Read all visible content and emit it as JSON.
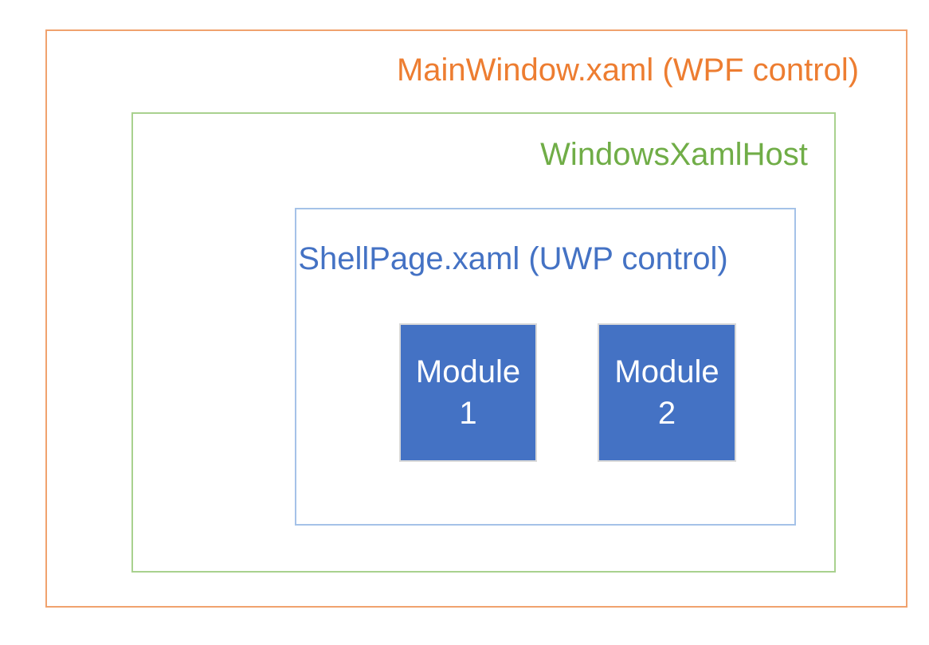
{
  "diagram": {
    "type": "nested-architecture-diagram",
    "outer_box": {
      "label": "MainWindow.xaml (WPF control)",
      "text_color": "#ED7D31",
      "border_color": "#F0A26E"
    },
    "host_box": {
      "label": "WindowsXamlHost",
      "text_color": "#70AD47",
      "border_color": "#A9D18E"
    },
    "shell_box": {
      "label": "ShellPage.xaml (UWP control)",
      "text_color": "#4472C4",
      "border_color": "#A5C2E8"
    },
    "modules": [
      {
        "line1": "Module",
        "line2": "1"
      },
      {
        "line1": "Module",
        "line2": "2"
      }
    ],
    "module_style": {
      "fill_color": "#4472C4",
      "border_color": "#D9D9D9",
      "text_color": "#FFFFFF"
    },
    "background_color": "#FFFFFF"
  }
}
